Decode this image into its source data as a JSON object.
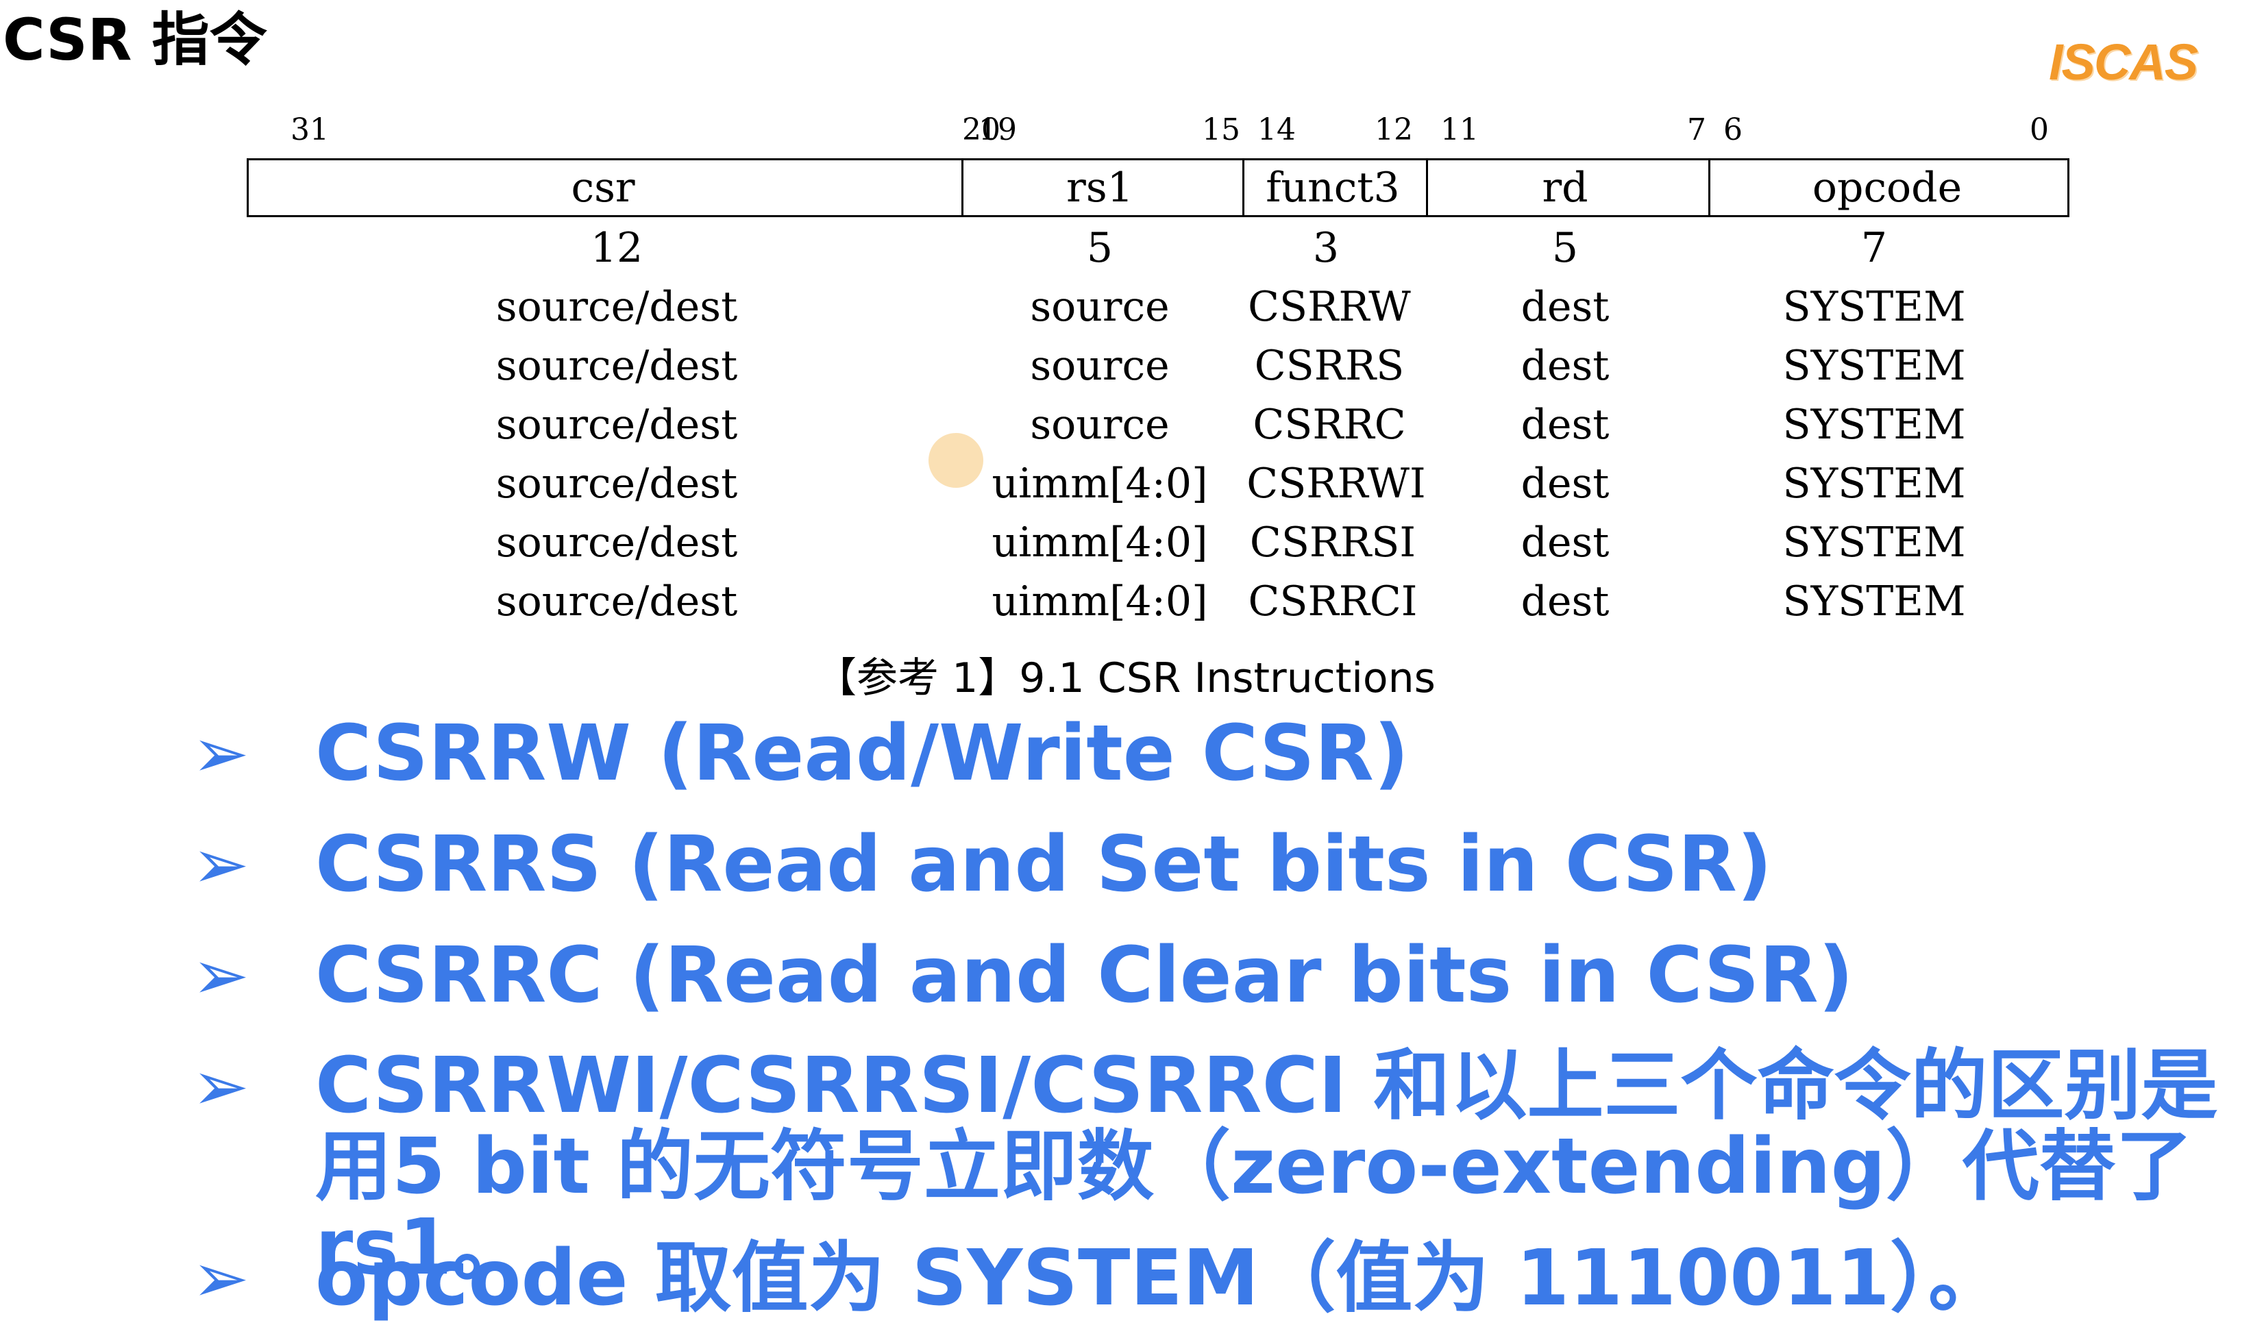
{
  "page": {
    "title": "CSR 指令",
    "logo": "ISCAS",
    "accent_color": "#3b7ae8",
    "logo_color": "#f39a2b"
  },
  "format": {
    "bit_numbers": [
      "31",
      "20",
      "19",
      "15",
      "14",
      "12",
      "11",
      "7",
      "6",
      "0"
    ],
    "fields": [
      "csr",
      "rs1",
      "funct3",
      "rd",
      "opcode"
    ],
    "widths": [
      "12",
      "5",
      "3",
      "5",
      "7"
    ],
    "rows": [
      [
        "source/dest",
        "source",
        "CSRRW",
        "dest",
        "SYSTEM"
      ],
      [
        "source/dest",
        "source",
        "CSRRS",
        "dest",
        "SYSTEM"
      ],
      [
        "source/dest",
        "source",
        "CSRRC",
        "dest",
        "SYSTEM"
      ],
      [
        "source/dest",
        "uimm[4:0]",
        "CSRRWI",
        "dest",
        "SYSTEM"
      ],
      [
        "source/dest",
        "uimm[4:0]",
        "CSRRSI",
        "dest",
        "SYSTEM"
      ],
      [
        "source/dest",
        "uimm[4:0]",
        "CSRRCI",
        "dest",
        "SYSTEM"
      ]
    ]
  },
  "caption": "【参考 1】9.1 CSR Instructions",
  "bullets": {
    "marker": "➢",
    "items": [
      "CSRRW (Read/Write CSR)",
      "CSRRS (Read and Set bits in CSR)",
      "CSRRC (Read and Clear bits in CSR)",
      "CSRRWI/CSRRSI/CSRRCI 和以上三个命令的区别是用5 bit 的无符号立即数（zero-extending）代替了 rs1。",
      "opcode 取值为 SYSTEM（值为 1110011）。"
    ]
  }
}
